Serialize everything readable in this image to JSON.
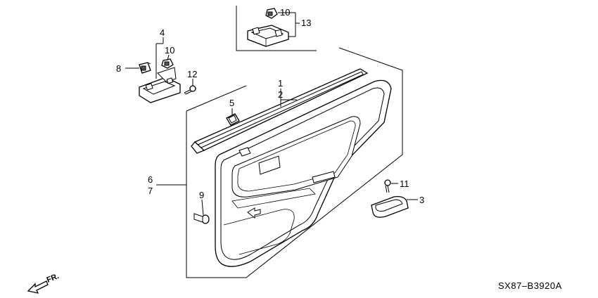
{
  "diagram": {
    "callouts": {
      "c1": "1",
      "c2": "2",
      "c3": "3",
      "c4": "4",
      "c5": "5",
      "c6": "6",
      "c7": "7",
      "c8": "8",
      "c9": "9",
      "c10a": "10",
      "c10b": "10",
      "c11": "11",
      "c12": "12",
      "c13": "13"
    },
    "direction_label": "FR.",
    "diagram_code": "SX87–B3920A"
  }
}
